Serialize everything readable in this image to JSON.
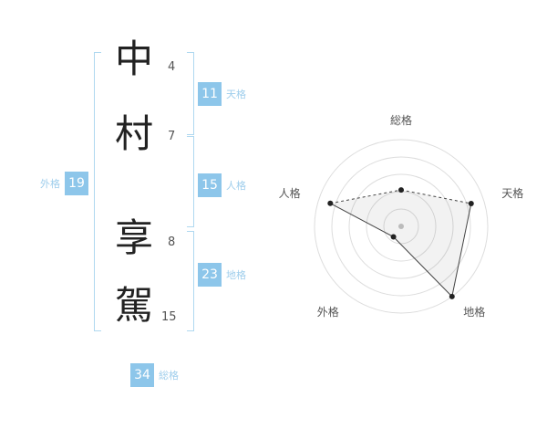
{
  "name_display": {
    "characters": [
      {
        "char": "中",
        "strokes": "4"
      },
      {
        "char": "村",
        "strokes": "7"
      },
      {
        "char": "享",
        "strokes": "8"
      },
      {
        "char": "駕",
        "strokes": "15"
      }
    ]
  },
  "kaku": {
    "tenkaku": {
      "label": "天格",
      "value": "11"
    },
    "jinkaku": {
      "label": "人格",
      "value": "15"
    },
    "chikaku": {
      "label": "地格",
      "value": "23"
    },
    "gaikaku": {
      "label": "外格",
      "value": "19"
    },
    "soukaku": {
      "label": "総格",
      "value": "34"
    }
  },
  "colors": {
    "accent": "#8DC6EA",
    "bracket": "#AFD8F0",
    "label_text": "#9FCEEC",
    "char_text": "#222222",
    "stroke_text": "#555555"
  },
  "chart_data": {
    "type": "radar",
    "axes": [
      "総格",
      "天格",
      "地格",
      "外格",
      "人格"
    ],
    "values": [
      42,
      85,
      100,
      15,
      86
    ],
    "max": 100,
    "rings": 5,
    "edge_styles": [
      "dashed",
      "solid",
      "solid",
      "solid",
      "dashed"
    ],
    "fill": "rgba(0,0,0,0.05)",
    "stroke": "#444444",
    "ring_color": "#dddddd",
    "label_color": "#555555",
    "point_color": "#222222",
    "center_dot_color": "#bbbbbb",
    "legend": "none"
  }
}
